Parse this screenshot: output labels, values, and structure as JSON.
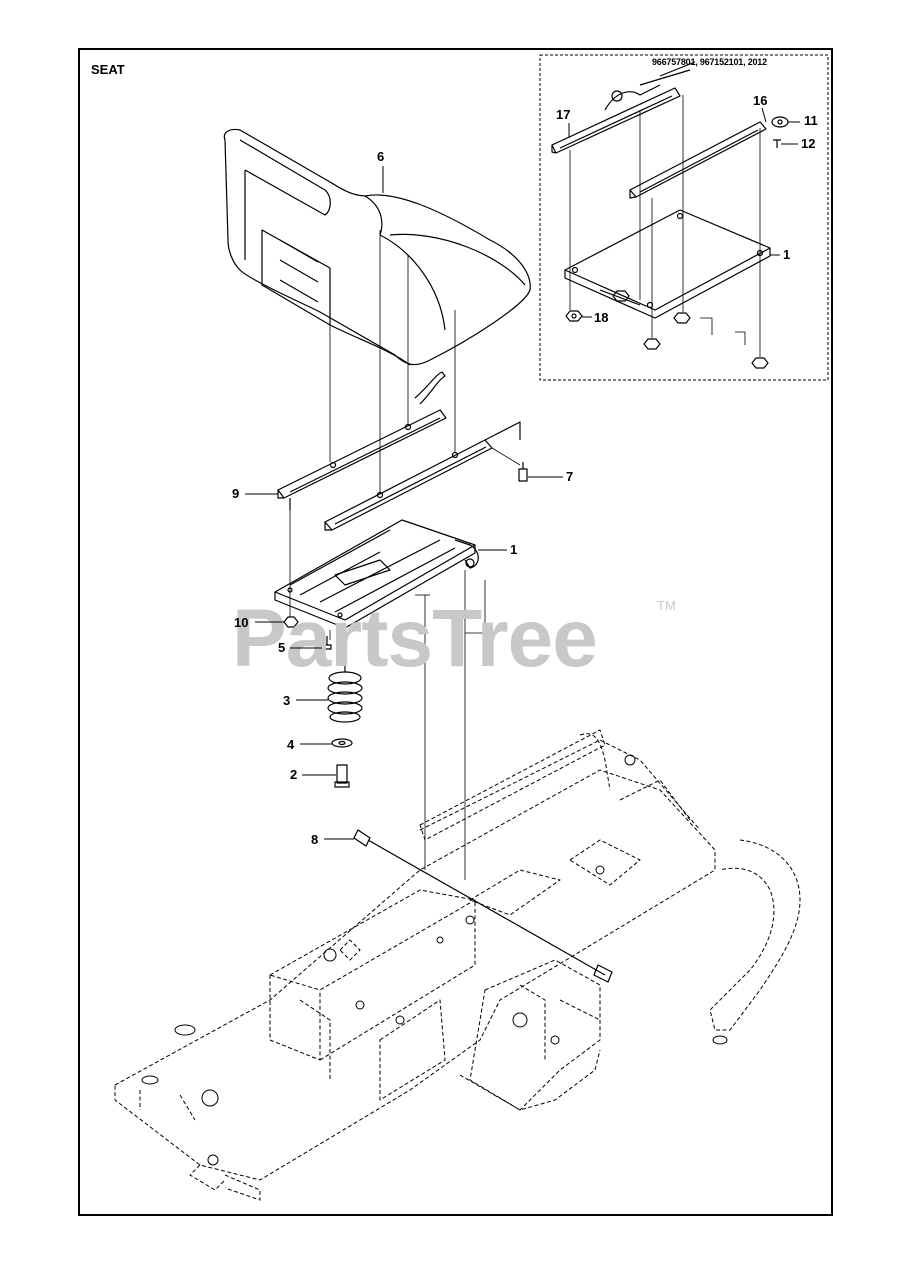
{
  "page": {
    "title": "SEAT",
    "model_codes": "966757801, 967152101, 2012",
    "watermark": "PartsTree",
    "trademark": "TM"
  },
  "callouts": [
    {
      "id": "c-17",
      "text": "17"
    },
    {
      "id": "c-16",
      "text": "16"
    },
    {
      "id": "c-11",
      "text": "11"
    },
    {
      "id": "c-12",
      "text": "12"
    },
    {
      "id": "c-1a",
      "text": "1"
    },
    {
      "id": "c-18",
      "text": "18"
    },
    {
      "id": "c-6",
      "text": "6"
    },
    {
      "id": "c-7",
      "text": "7"
    },
    {
      "id": "c-9",
      "text": "9"
    },
    {
      "id": "c-1b",
      "text": "1"
    },
    {
      "id": "c-10",
      "text": "10"
    },
    {
      "id": "c-5",
      "text": "5"
    },
    {
      "id": "c-3",
      "text": "3"
    },
    {
      "id": "c-4",
      "text": "4"
    },
    {
      "id": "c-2",
      "text": "2"
    },
    {
      "id": "c-8",
      "text": "8"
    }
  ]
}
